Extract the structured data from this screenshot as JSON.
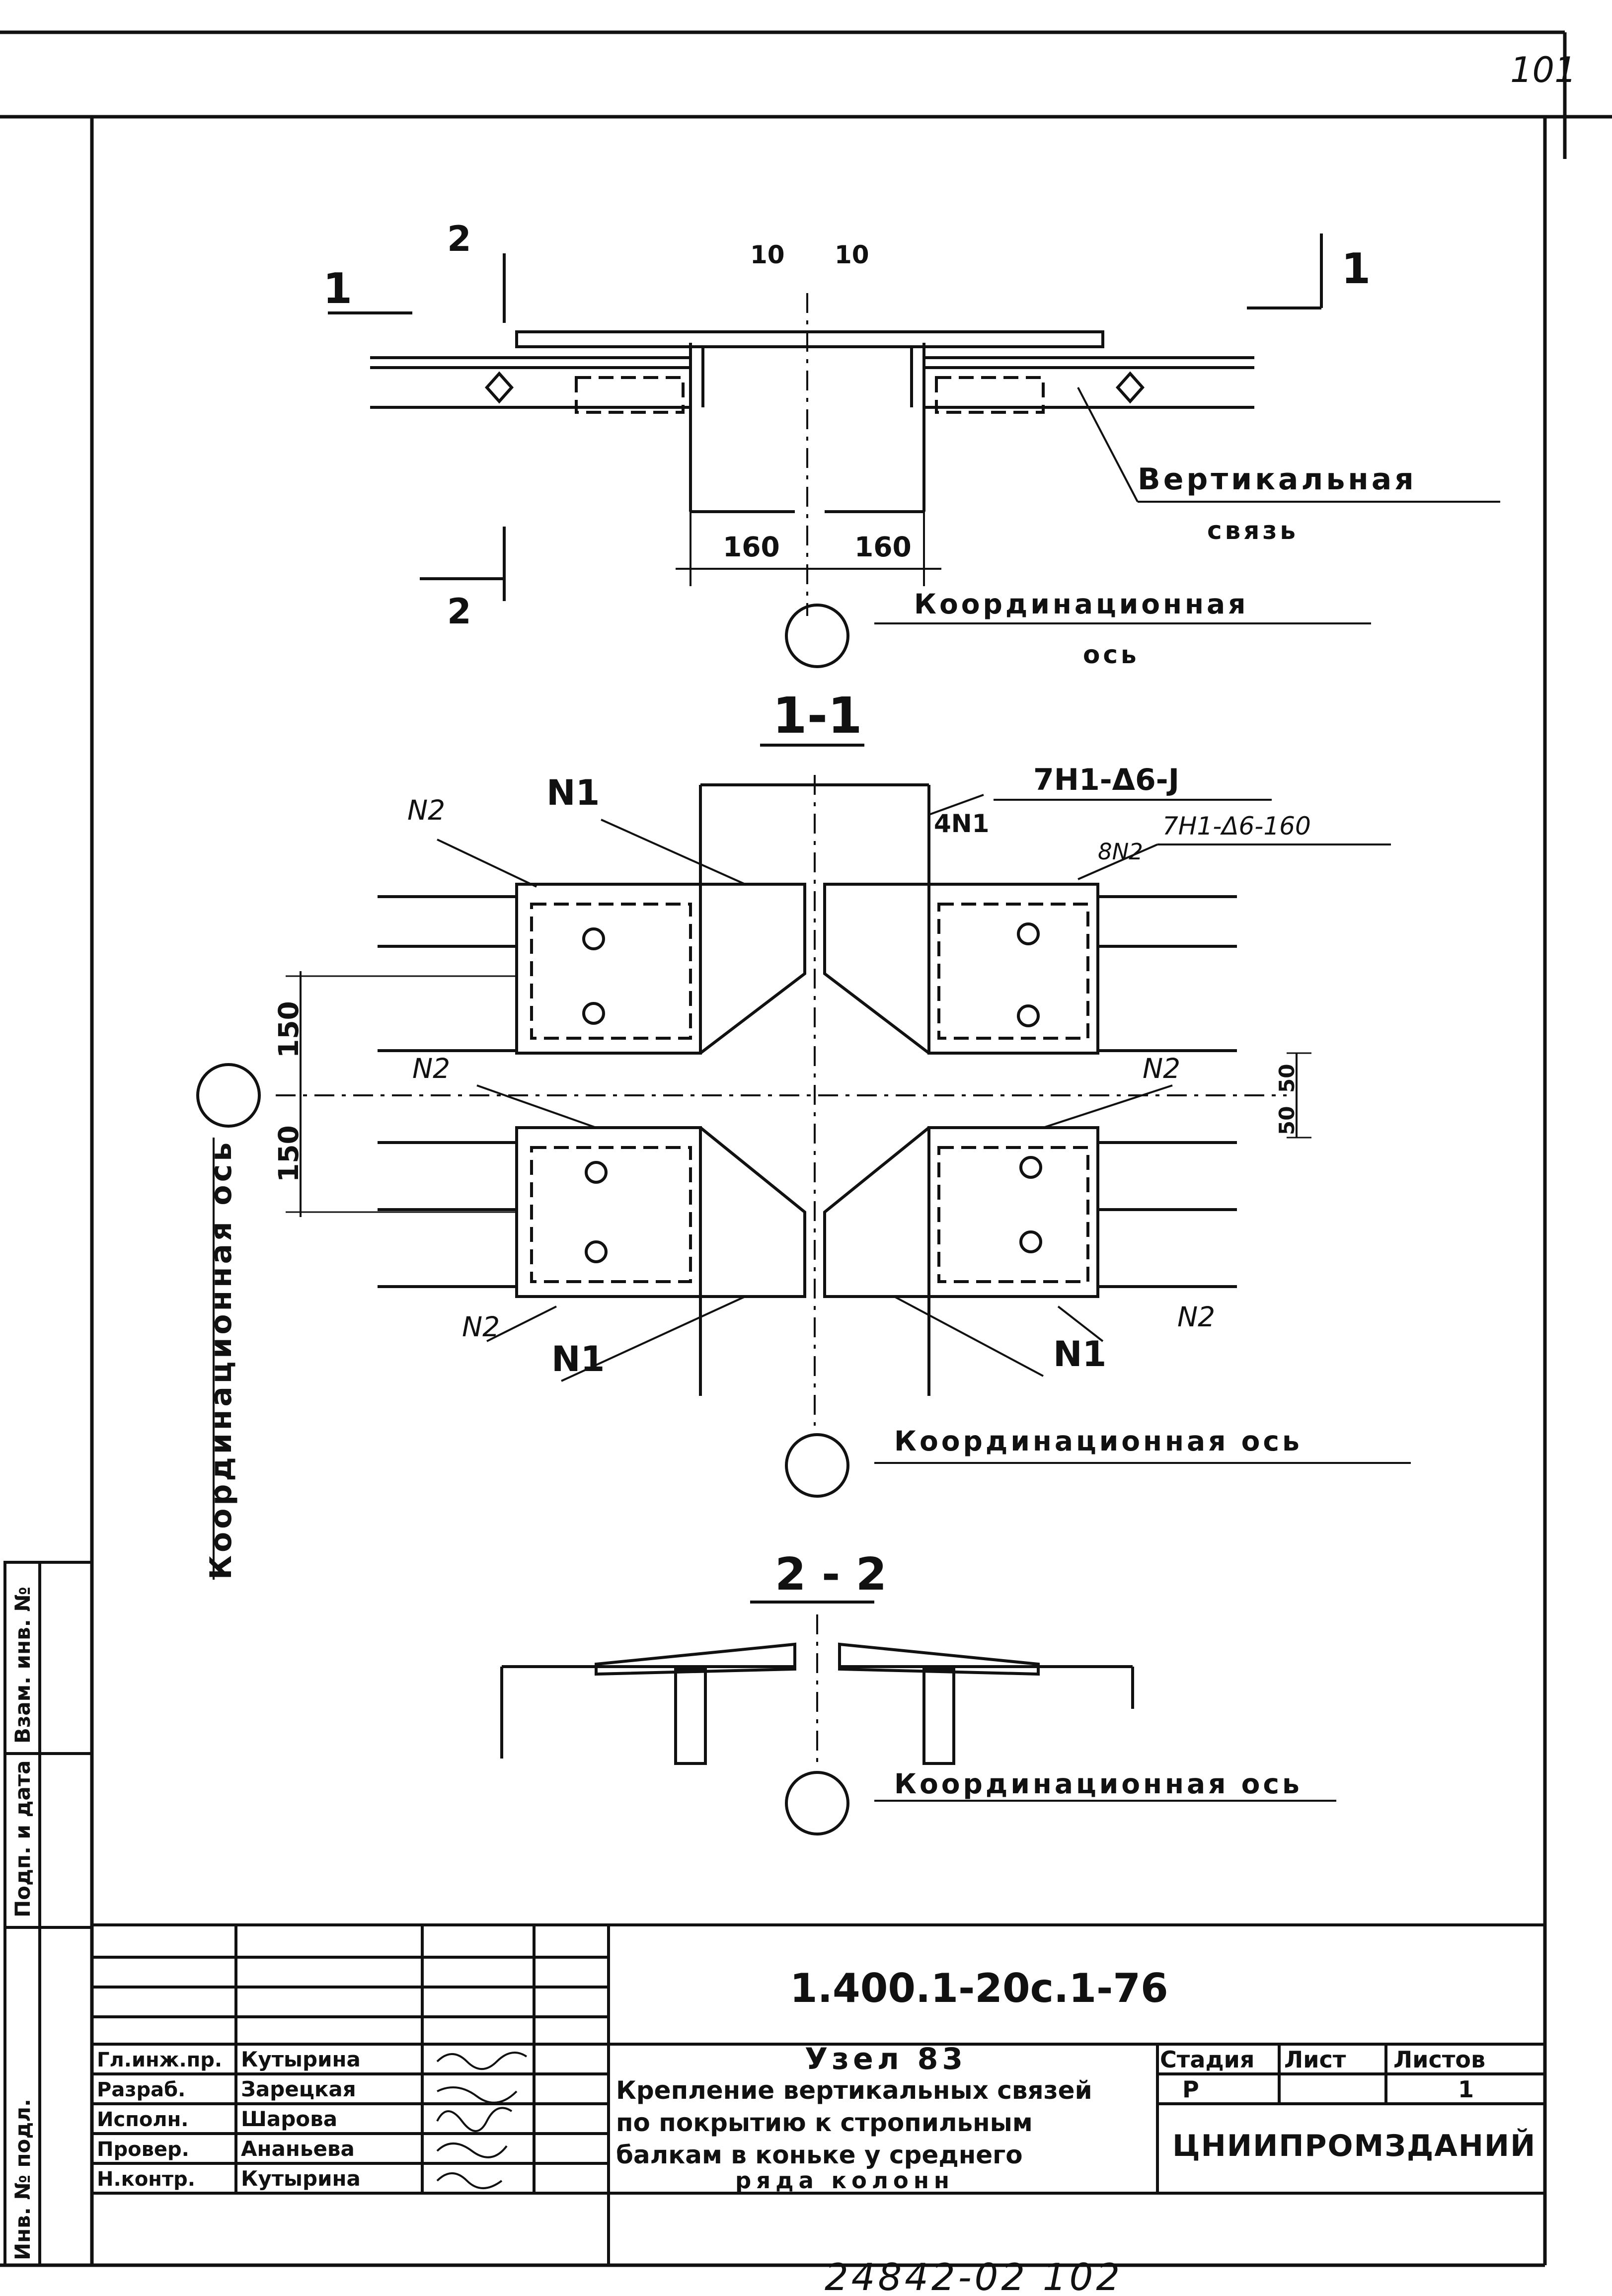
{
  "sheet_number": "101",
  "plan": {
    "section_mark_1_left": "1",
    "section_mark_1_right": "1",
    "section_mark_2_top": "2",
    "section_mark_2_bottom": "2",
    "dim_left_10": "10",
    "dim_right_10": "10",
    "dim_left_160": "160",
    "dim_right_160": "160",
    "label_brace_line1": "Вертикальная",
    "label_brace_line2": "связь",
    "label_axis_line1": "Координационная",
    "label_axis_line2": "ось"
  },
  "section_1_1": {
    "title": "1-1",
    "callout_n1_top": "N1",
    "callout_4n1": "4N1",
    "callout_bolt_1": "7H1-Δ6-Ј",
    "callout_bolt_2": "7H1-Δ6-160",
    "callout_8n2": "8N2",
    "callout_n2_tl": "N2",
    "callout_n2_ml": "N2",
    "callout_n2_mr": "N2",
    "callout_n2_bl": "N2",
    "callout_n2_br": "N2",
    "callout_n1_bl": "N1",
    "callout_n1_br": "N1",
    "dim_150_top": "150",
    "dim_150_bottom": "150",
    "dim_50_top": "50",
    "dim_50_bottom": "50",
    "label_axis_vertical": "Координационная ось",
    "label_axis_horizontal": "Координационная ось"
  },
  "section_2_2": {
    "title": "2 - 2",
    "label_axis": "Координационная ось"
  },
  "side_stamp": {
    "col1": "Инв. № подл.",
    "col2": "Подп. и дата",
    "col3": "Взам. инв. №"
  },
  "title_block": {
    "doc_code": "1.400.1-20с.1-76",
    "node_title": "Узел 83",
    "description_line1": "Крепление вертикальных связей",
    "description_line2": "по покрытию к стропильным",
    "description_line3": "балкам в коньке у среднего",
    "description_line4": "ряда колонн",
    "stage_header": "Стадия",
    "sheet_header": "Лист",
    "sheets_header": "Листов",
    "stage_value": "Р",
    "sheet_value": "",
    "sheets_value": "1",
    "organization": "ЦНИИПРОМЗДАНИЙ",
    "roles": [
      {
        "role": "Гл.инж.пр.",
        "name": "Кутырина"
      },
      {
        "role": "Разраб.",
        "name": "Зарецкая"
      },
      {
        "role": "Исполн.",
        "name": "Шарова"
      },
      {
        "role": "Провер.",
        "name": "Ананьева"
      },
      {
        "role": "Н.контр.",
        "name": "Кутырина"
      }
    ]
  },
  "footer_number": "24842-02  102"
}
